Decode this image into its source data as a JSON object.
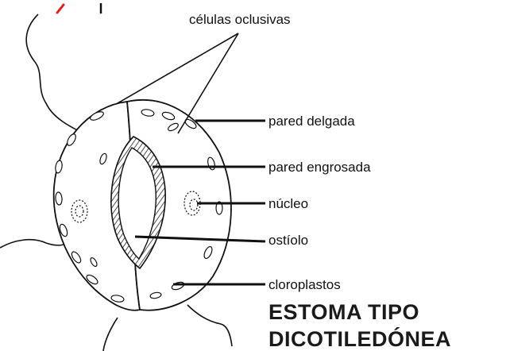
{
  "labels": {
    "guard_cells": "células oclusivas",
    "thin_wall": "pared delgada",
    "thick_wall": "pared engrosada",
    "nucleus": "núcleo",
    "ostiole": "ostíolo",
    "chloroplasts": "cloroplastos"
  },
  "title": {
    "line1": "ESTOMA TIPO",
    "line2": "DICOTILEDÓNEA"
  },
  "colors": {
    "ink": "#111111",
    "accent_mark": "#e0201a"
  }
}
